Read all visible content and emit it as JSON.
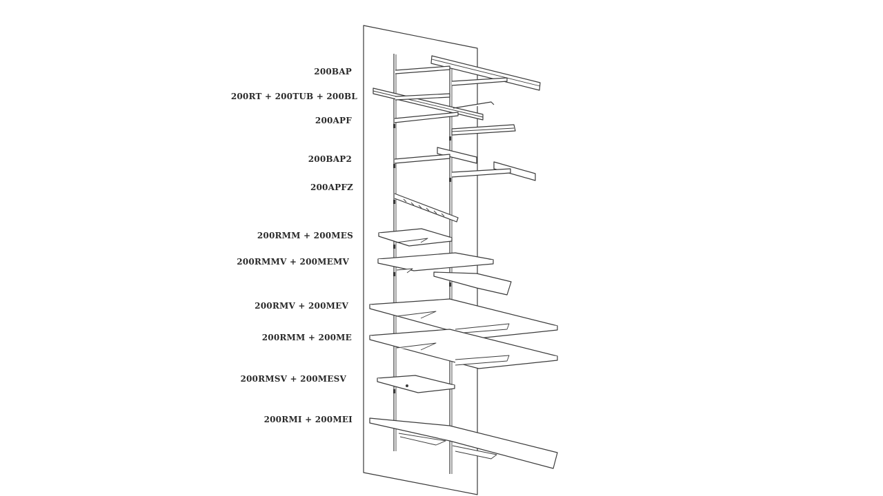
{
  "labels": [
    {
      "id": "200bap",
      "text": "200BAP"
    },
    {
      "id": "200rt-200tub-200bl",
      "text": "200RT + 200TUB + 200BL"
    },
    {
      "id": "200apf",
      "text": "200APF"
    },
    {
      "id": "200bap2",
      "text": "200BAP2"
    },
    {
      "id": "200apfz",
      "text": "200APFZ"
    },
    {
      "id": "200rmm-200mes",
      "text": "200RMM + 200MES"
    },
    {
      "id": "200rmmv-200memv",
      "text": "200RMMV + 200MEMV"
    },
    {
      "id": "200rmv-200mev",
      "text": "200RMV + 200MEV"
    },
    {
      "id": "200rmm-200me",
      "text": "200RMM + 200ME"
    },
    {
      "id": "200rmsv-200mesv",
      "text": "200RMSV + 200MESV"
    },
    {
      "id": "200rmi-200mei",
      "text": "200RMI + 200MEI"
    }
  ],
  "colors": {
    "line": "#3a3a3a",
    "background": "#ffffff",
    "text": "#2a2a2a"
  }
}
